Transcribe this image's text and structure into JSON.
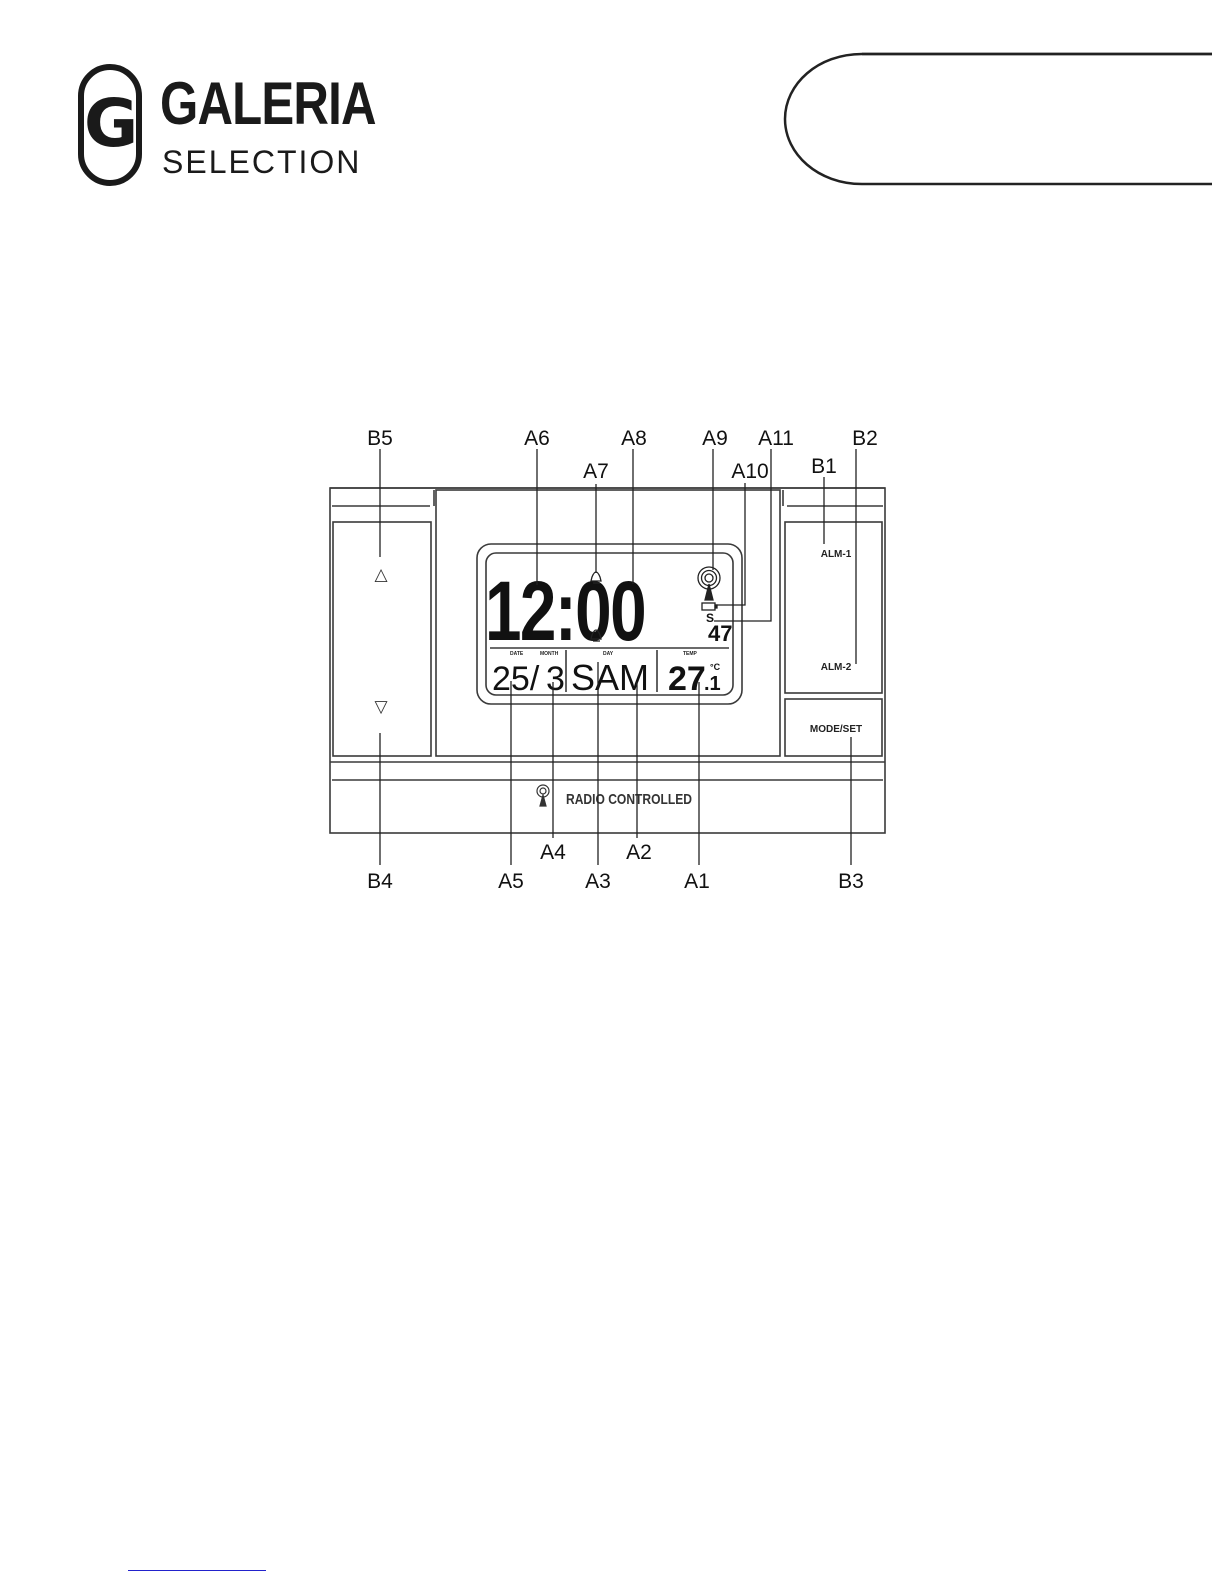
{
  "brand": {
    "logo_letter": "G",
    "name": "GALERIA",
    "subtitle": "SELECTION"
  },
  "device": {
    "display": {
      "time": "12:00",
      "seconds": "47",
      "signal_letter": "S",
      "date_day": "25/",
      "date_month": "3",
      "weekday": "SAM",
      "temperature": "27",
      "temperature_decimal": ".1",
      "temperature_unit": "°C",
      "small_labels": {
        "date": "DATE",
        "month": "MONTH",
        "day": "DAY",
        "temp": "TEMP"
      }
    },
    "buttons": {
      "up_symbol": "△",
      "down_symbol": "▽",
      "alarm1": "ALM-1",
      "alarm2": "ALM-2",
      "mode_set": "MODE/SET"
    },
    "footer_text": "RADIO CONTROLLED",
    "icons": [
      "alarm-bell-icon",
      "radio-tower-icon",
      "battery-icon"
    ]
  },
  "callouts": {
    "B5": "B5",
    "A6": "A6",
    "A7": "A7",
    "A8": "A8",
    "A9": "A9",
    "A11": "A11",
    "A10": "A10",
    "B1": "B1",
    "B2": "B2",
    "B4": "B4",
    "A5": "A5",
    "A4": "A4",
    "A3": "A3",
    "A2": "A2",
    "A1": "A1",
    "B3": "B3"
  },
  "colors": {
    "line": "#3a3a3a",
    "lcd_digits": "#111111",
    "link": "#2222cc"
  }
}
